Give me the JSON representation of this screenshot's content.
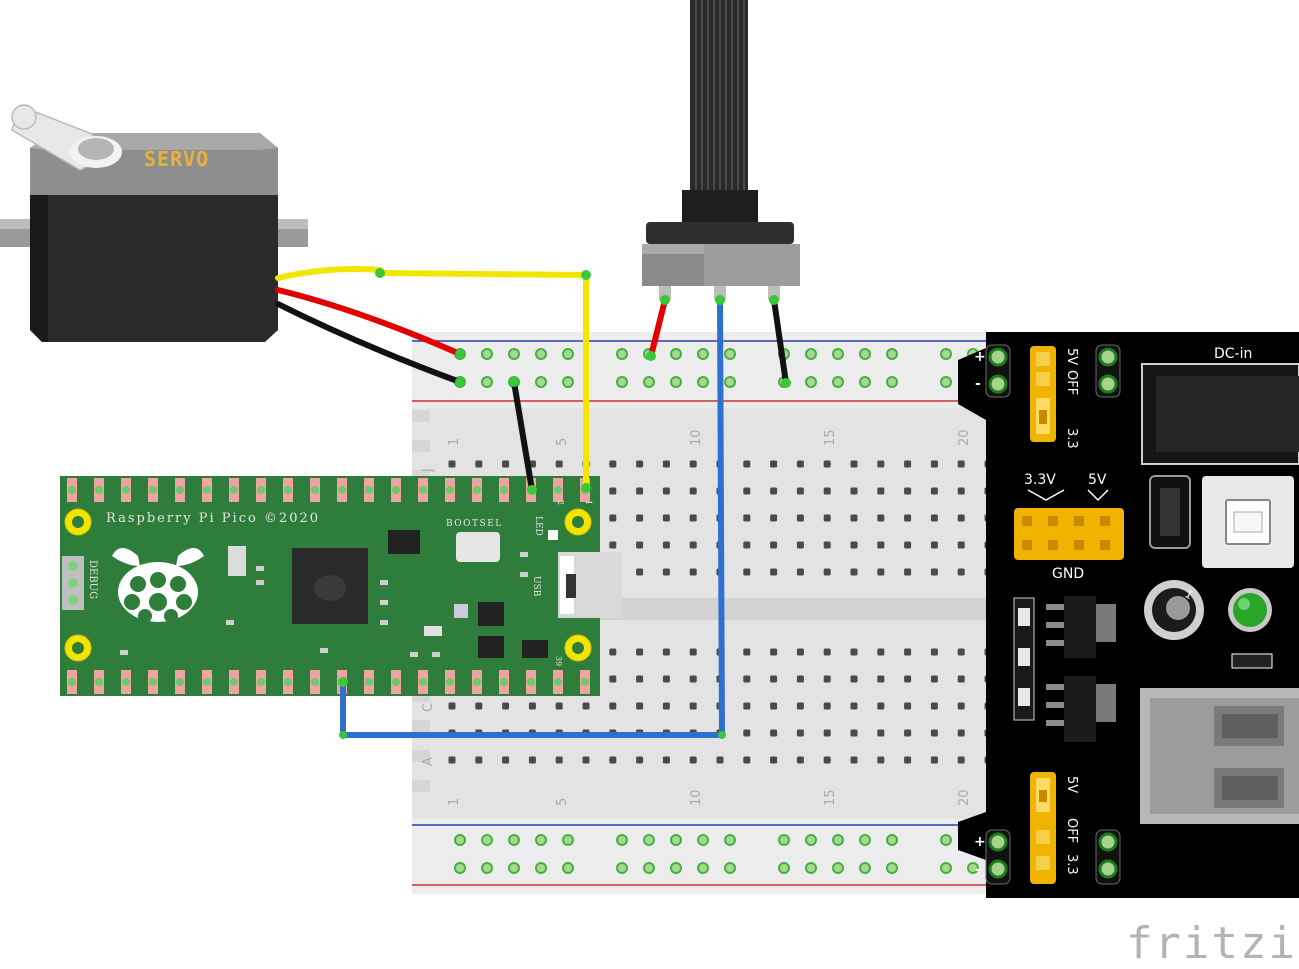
{
  "servo": {
    "label": "SERVO"
  },
  "pico": {
    "title": "Raspberry Pi Pico ©2020",
    "bootsel": "BOOTSEL",
    "debug": "DEBUG",
    "led": "LED",
    "usb": "USB",
    "pin_top": "1",
    "pin_top2": "2",
    "pin_bottom": "39"
  },
  "breadboard": {
    "column_numbers": [
      "1",
      "5",
      "10",
      "15",
      "20"
    ],
    "row_letters_top": [
      "J"
    ],
    "row_letters_bottom": [
      "C",
      "A"
    ]
  },
  "power_module": {
    "dc_in": "DC-in",
    "plus": "+",
    "minus": "-",
    "top_jumper": [
      "5V",
      "OFF",
      "3.3"
    ],
    "bottom_jumper": [
      "5V",
      "OFF",
      "3.3"
    ],
    "header_33v": "3.3V",
    "header_5v": "5V",
    "gnd": "GND",
    "regulator_marking": "1"
  },
  "colors": {
    "signal_wire": "#f2e600",
    "power_wire": "#e00000",
    "ground_wire": "#111111",
    "analog_wire": "#2f6fd0",
    "pico_green": "#2f7d3a",
    "breadboard": "#e6e6e6"
  },
  "watermark": "fritzing"
}
